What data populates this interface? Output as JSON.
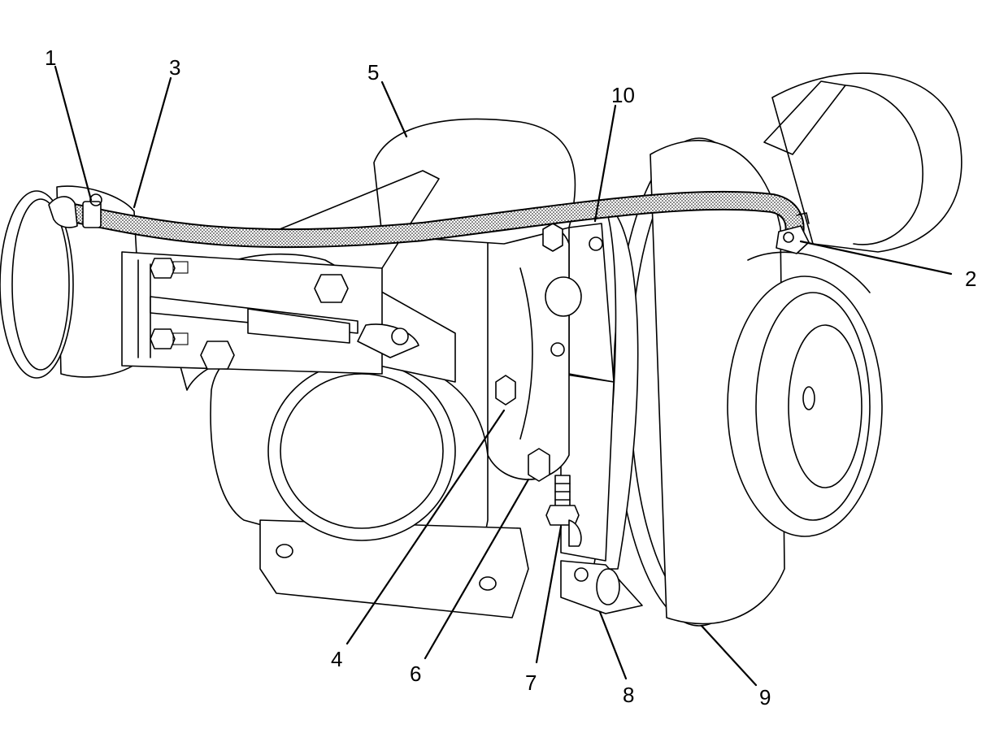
{
  "callouts": [
    {
      "label": "1"
    },
    {
      "label": "3"
    },
    {
      "label": "5"
    },
    {
      "label": "10"
    },
    {
      "label": "2"
    },
    {
      "label": "4"
    },
    {
      "label": "6"
    },
    {
      "label": "7"
    },
    {
      "label": "8"
    },
    {
      "label": "9"
    }
  ]
}
